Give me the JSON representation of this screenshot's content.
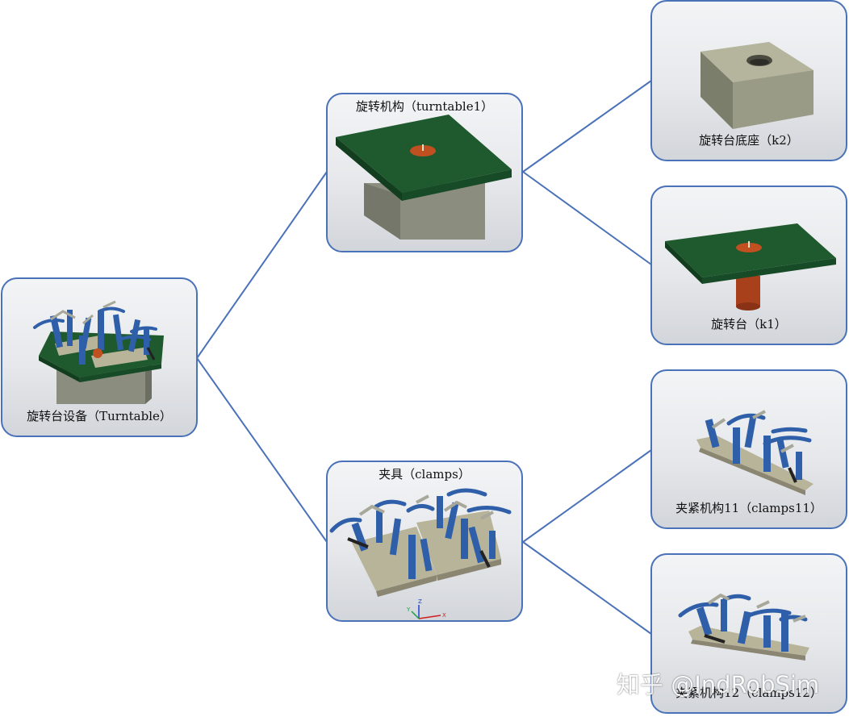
{
  "colors": {
    "border": "#4a72b8",
    "connector": "#4a72b8",
    "plate_green": "#1f5a2e",
    "base_gray": "#8b8d7e",
    "clamp_blue": "#2f5fa8",
    "pivot_orange": "#c0501f"
  },
  "nodes": {
    "root": {
      "label": "旋转台设备（Turntable）",
      "icon": "turntable-assembly-icon"
    },
    "turntable1": {
      "label": "旋转机构（turntable1）",
      "icon": "turntable-mechanism-icon"
    },
    "clamps": {
      "label": "夹具（clamps）",
      "icon": "clamps-fixture-icon"
    },
    "k2": {
      "label": "旋转台底座（k2）",
      "icon": "turntable-base-icon"
    },
    "k1": {
      "label": "旋转台（k1）",
      "icon": "turntable-plate-icon"
    },
    "clamps11": {
      "label": "夹紧机构11（clamps11）",
      "icon": "clamp-mechanism-icon"
    },
    "clamps12": {
      "label": "夹紧机构12（clamps12）",
      "icon": "clamp-mechanism-icon"
    }
  },
  "axis_triad": {
    "x": "X",
    "y": "Y",
    "z": "Z"
  },
  "watermark": "知乎 @IndRobSim"
}
